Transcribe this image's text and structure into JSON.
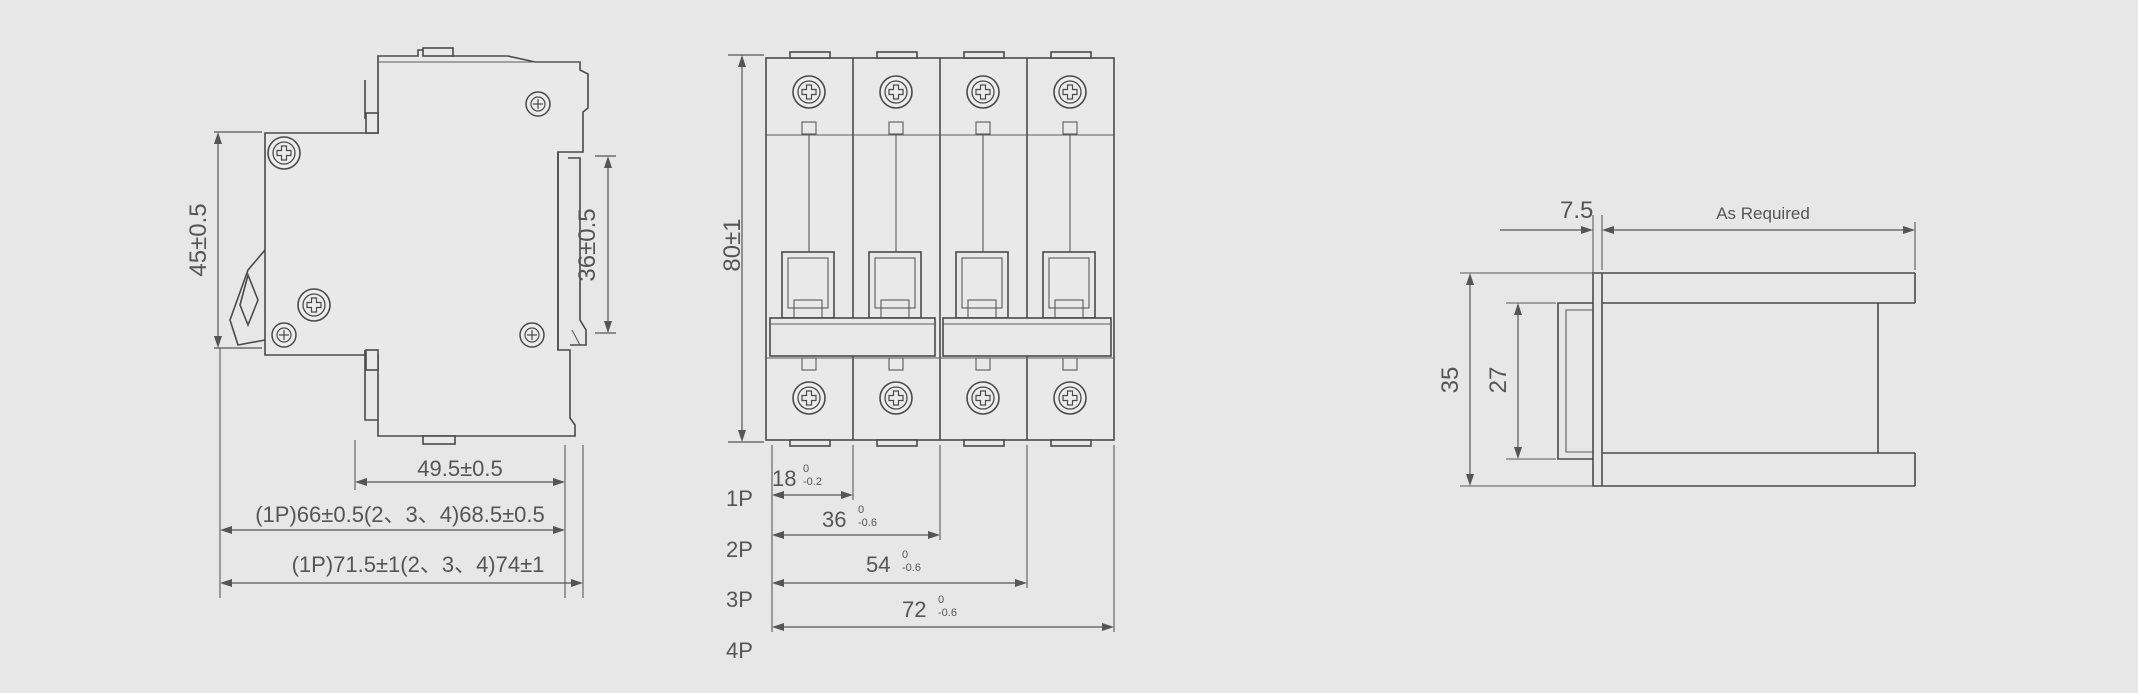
{
  "side_view": {
    "dim_height": "45±0.5",
    "dim_rail": "36±0.5",
    "dim_depth": "49.5±0.5",
    "dim_width_a": "(1P)66±0.5(2、3、4)68.5±0.5",
    "dim_width_b": "(1P)71.5±1(2、3、4)74±1"
  },
  "front_view": {
    "dim_height": "80±1",
    "w18": "18",
    "w36": "36",
    "w54": "54",
    "w72": "72",
    "tol_18_upper": "0",
    "tol_18_lower": "-0.2",
    "tol_36_upper": "0",
    "tol_36_lower": "-0.6",
    "tol_54_upper": "0",
    "tol_54_lower": "-0.6",
    "tol_72_upper": "0",
    "tol_72_lower": "-0.6",
    "poles": [
      "1P",
      "2P",
      "3P",
      "4P"
    ]
  },
  "busbar_view": {
    "dim_top": "7.5",
    "dim_length": "As Required",
    "dim_outer": "35",
    "dim_inner": "27"
  },
  "colors": {
    "background": "#e7e7e7",
    "line": "#4a4a4a",
    "text": "#555555"
  }
}
